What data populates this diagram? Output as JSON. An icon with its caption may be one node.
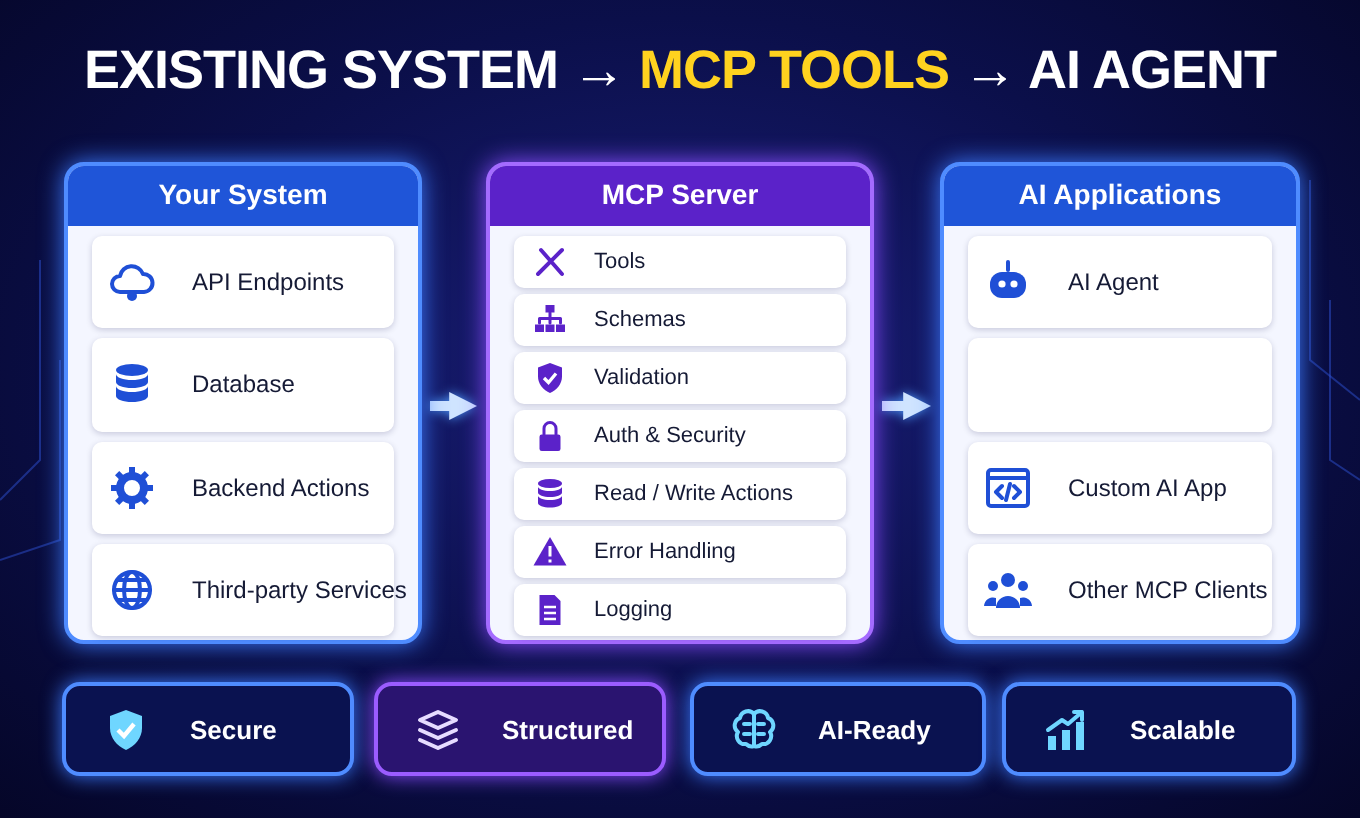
{
  "diagram": {
    "title": "EXISTING SYSTEM → **MCP TOOLS** → AI AGENT",
    "nodes": [
      {
        "text": [
          "Your System"
        ]
      },
      {
        "text": [
          "API Endpoints"
        ],
        "in": 0
      },
      {
        "text": [
          "Database"
        ],
        "in": 0
      },
      {
        "text": [
          "Backend Actions"
        ],
        "in": 0
      },
      {
        "text": [
          "Third-party Services"
        ],
        "in": 0
      },
      {
        "text": [
          "MCP Server"
        ]
      },
      {
        "text": [
          "Tools"
        ],
        "in": 5
      },
      {
        "text": [
          "Schemas"
        ],
        "in": 5
      },
      {
        "text": [
          "Validation"
        ],
        "in": 5
      },
      {
        "text": [
          "Auth & Security"
        ],
        "in": 5
      },
      {
        "text": [
          "Read / Write Actions"
        ],
        "in": 5
      },
      {
        "text": [
          "Error Handling"
        ],
        "in": 5
      },
      {
        "text": [
          "Logging"
        ],
        "in": 5
      },
      {
        "text": [
          "AI Applications"
        ]
      },
      {
        "text": [
          "AI Agent"
        ],
        "in": 13
      },
      {
        "text": [],
        "shape": "box",
        "in": 13
      },
      {
        "text": [
          "Custom AI App"
        ],
        "in": 13
      },
      {
        "text": [
          "Other MCP Clients"
        ],
        "in": 13
      },
      {
        "text": [
          "Secure"
        ]
      },
      {
        "text": [
          "Structured"
        ]
      },
      {
        "text": [
          "AI-Ready"
        ]
      },
      {
        "text": [
          "Scalable"
        ]
      }
    ],
    "edges": [
      {
        "from": 0,
        "to": 5,
        "arrow": "to"
      },
      {
        "from": 5,
        "to": 13,
        "arrow": "to"
      }
    ]
  }
}
